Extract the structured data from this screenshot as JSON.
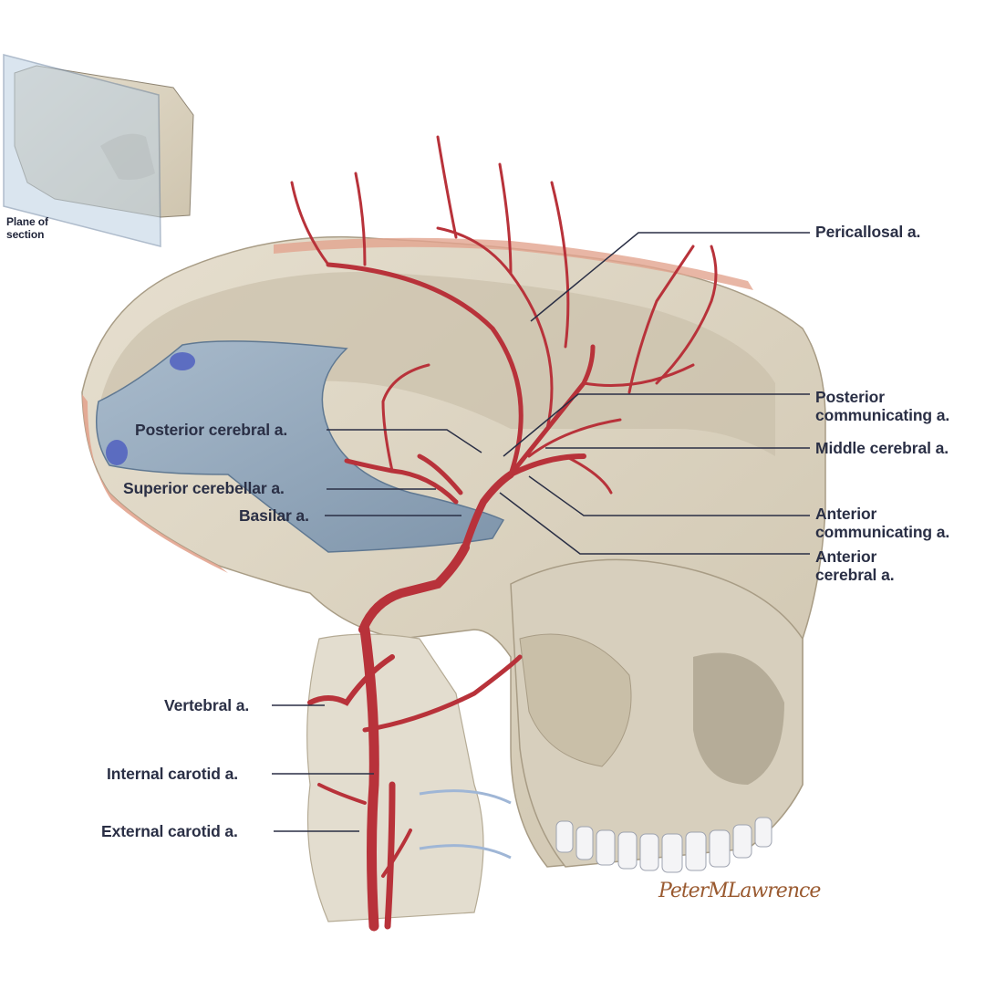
{
  "inset": {
    "caption": "Plane of section"
  },
  "labels": {
    "pericallosal": "Pericallosal a.",
    "posterior_communicating_1": "Posterior",
    "posterior_communicating_2": "communicating a.",
    "middle_cerebral": "Middle cerebral a.",
    "anterior_communicating_1": "Anterior",
    "anterior_communicating_2": "communicating a.",
    "anterior_cerebral_1": "Anterior",
    "anterior_cerebral_2": "cerebral a.",
    "posterior_cerebral": "Posterior cerebral a.",
    "superior_cerebellar": "Superior cerebellar a.",
    "basilar": "Basilar a.",
    "vertebral": "Vertebral a.",
    "internal_carotid": "Internal carotid a.",
    "external_carotid": "External carotid a."
  },
  "signature": "PeterMLawrence",
  "colors": {
    "bone": "#ddd5c3",
    "bone_shadow": "#b9ae98",
    "artery": "#b8323a",
    "dura": "#8ea3b8",
    "marrow": "#e2a48f",
    "leader": "#2a2f45",
    "label_text": "#2a2f45"
  }
}
